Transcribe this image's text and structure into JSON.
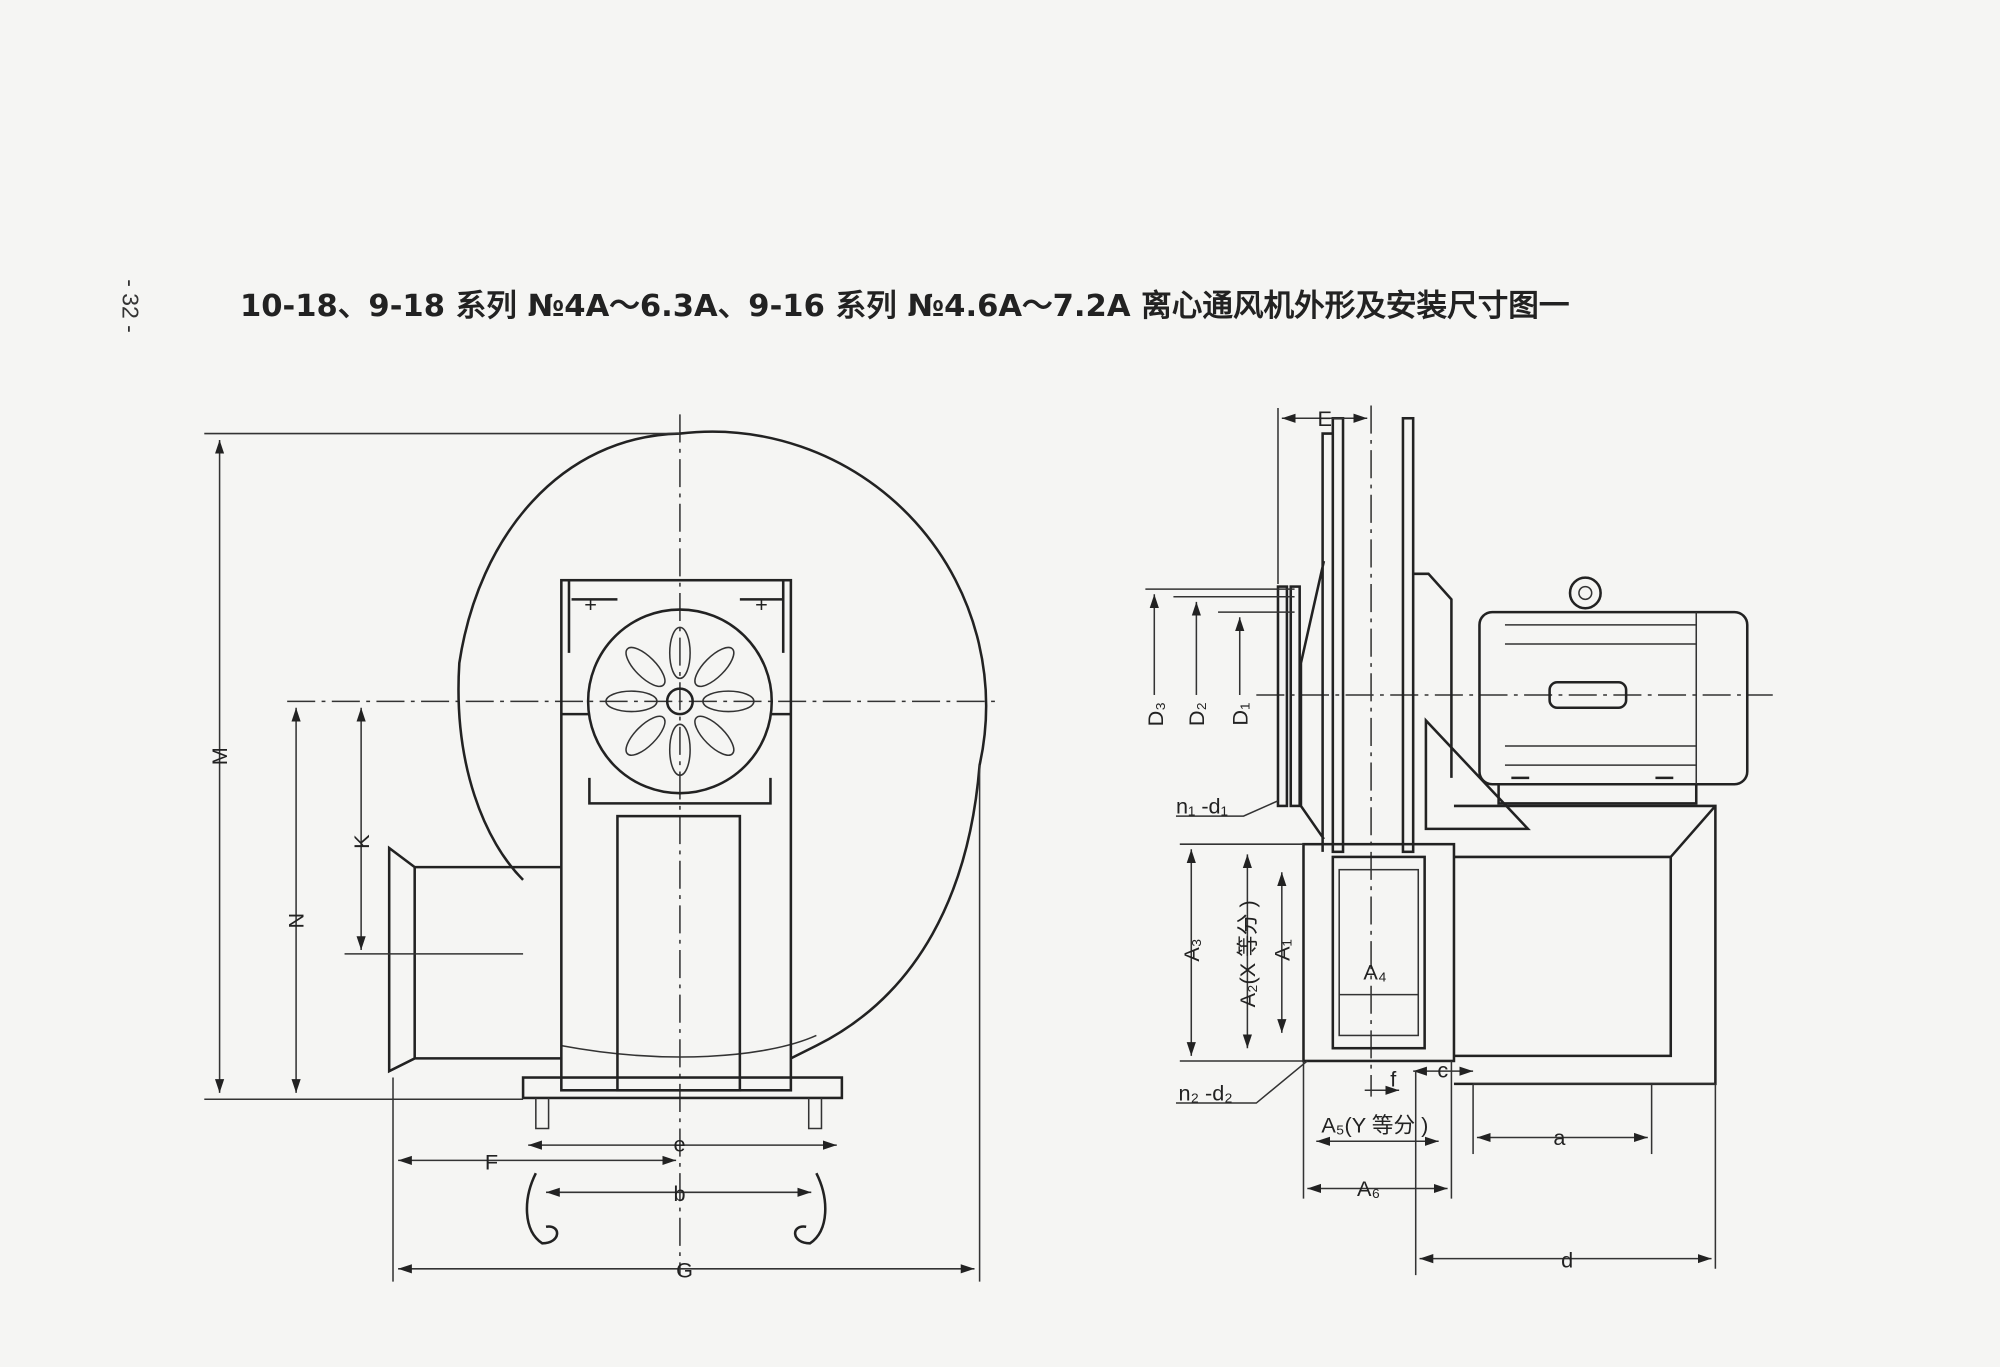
{
  "page_number": "- 32 -",
  "title": "10-18、9-18 系列 №4A～6.3A、9-16 系列 №4.6A～7.2A 离心通风机外形及安装尺寸图一",
  "front_view": {
    "labels": {
      "M": "M",
      "N": "N",
      "K": "K",
      "F": "F",
      "e": "e",
      "b": "b",
      "G": "G"
    }
  },
  "side_view": {
    "labels": {
      "E": "E",
      "D3": "D₃",
      "D2": "D₂",
      "D1": "D₁",
      "n1d1": "n₁ -d₁",
      "A3": "A₃",
      "A2": "A₂(X 等分 )",
      "A1": "A₁",
      "A4": "A₄",
      "f": "f",
      "c": "c",
      "n2d2": "n₂ -d₂",
      "A5": "A₅(Y 等分 )",
      "a": "a",
      "A6": "A₆",
      "d": "d"
    }
  }
}
